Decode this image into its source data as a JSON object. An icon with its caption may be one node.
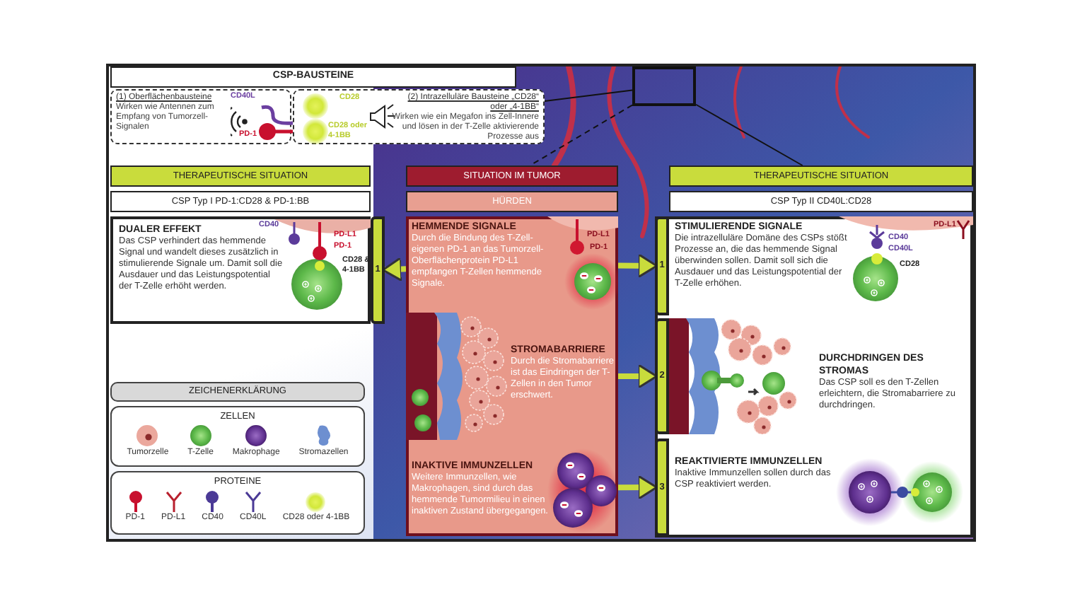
{
  "diagram": {
    "nodes": [
      {
        "text": [
          "CSP-BAUSTEINE"
        ]
      },
      {
        "text": [
          "(1) Oberflächenbausteine",
          "Wirken wie Antennen zum Empfang von Tumorzell-Signalen"
        ]
      },
      {
        "text": [
          "(2) Intrazelluläre Bausteine „CD28“ oder „4-1BB“",
          "Wirken wie ein Megafon ins Zell-Innere und lösen in der T-Zelle aktivierende Prozesse aus"
        ]
      },
      {
        "text": [],
        "shape": "box"
      },
      {
        "text": [
          "THERAPEUTISCHE SITUATION"
        ]
      },
      {
        "text": [
          "CSP Typ I PD-1:CD28 & PD-1:BB"
        ]
      },
      {
        "text": [
          "DUALER EFFEKT",
          "Das CSP verhindert das hemmende Signal und wandelt dieses zusätzlich in stimulierende Signale um. Damit soll die Ausdauer und das Leistungspotential der T-Zelle erhöht werden."
        ]
      },
      {
        "text": [
          "1"
        ]
      },
      {
        "text": [
          "ZEICHENERKLÄRUNG"
        ]
      },
      {
        "text": [
          "ZELLEN"
        ]
      },
      {
        "text": [
          "PROTEINE"
        ]
      },
      {
        "text": [
          "SITUATION IM TUMOR"
        ]
      },
      {
        "text": [
          "HÜRDEN"
        ]
      },
      {
        "text": [],
        "shape": "box"
      },
      {
        "text": [
          "HEMMENDE SIGNALE",
          "Durch die Bindung des T-Zell-eigenen PD-1 an das Tumorzell-Oberflächenprotein PD-L1 empfangen T-Zellen hemmende Signale."
        ],
        "in": 13
      },
      {
        "text": [
          "STROMABARRIERE",
          "Durch die Stromabarriere ist das Eindringen der T-Zellen in den Tumor erschwert."
        ],
        "in": 13
      },
      {
        "text": [
          "INAKTIVE IMMUNZELLEN",
          "Weitere Immunzellen, wie Makrophagen, sind durch das hemmende Tumormilieu in einen inaktiven Zustand übergegangen."
        ],
        "in": 13
      },
      {
        "text": [
          "THERAPEUTISCHE SITUATION"
        ]
      },
      {
        "text": [
          "CSP Typ II CD40L:CD28"
        ]
      },
      {
        "text": [],
        "shape": "box"
      },
      {
        "text": [
          "1"
        ],
        "in": 19
      },
      {
        "text": [
          "STIMULIERENDE SIGNALE",
          "Die intrazelluläre Domäne des CSPs stößt Prozesse an, die das hemmende Signal überwinden sollen. Damit soll sich die Ausdauer und das Leistungspotential der T-Zelle erhöhen."
        ],
        "in": 19
      },
      {
        "text": [
          "2"
        ],
        "in": 19
      },
      {
        "text": [
          "DURCHDRINGEN DES STROMAS",
          "Das CSP soll es den T-Zellen erleichtern, die Stromabarriere zu durchdringen."
        ],
        "in": 19
      },
      {
        "text": [
          "3"
        ],
        "in": 19
      },
      {
        "text": [
          "REAKTIVIERTE IMMUNZELLEN",
          "Inaktive Immunzellen sollen durch das CSP reaktiviert werden."
        ],
        "in": 19
      }
    ],
    "edges": [
      {
        "from": 2,
        "to": 3,
        "arrow": "none",
        "color": "#111111"
      },
      {
        "from": 3,
        "to": 11,
        "arrow": "none",
        "style": "dashed",
        "color": "#111111"
      },
      {
        "from": 3,
        "to": 17,
        "arrow": "none",
        "color": "#111111"
      },
      {
        "from": 14,
        "to": 7,
        "arrow": "to",
        "color": "#c9dc3c"
      },
      {
        "from": 14,
        "to": 20,
        "arrow": "to",
        "color": "#c9dc3c"
      },
      {
        "from": 15,
        "to": 22,
        "arrow": "to",
        "color": "#c9dc3c"
      },
      {
        "from": 16,
        "to": 24,
        "arrow": "to",
        "color": "#c9dc3c"
      }
    ],
    "labels": [
      "CD40L",
      "PD-1",
      "CD28",
      "CD28 oder 4-1BB",
      "CD40",
      "PD-L1",
      "PD-1",
      "CD28 & 4-1BB",
      "PD-L1",
      "PD-1",
      "CD40",
      "CD40L",
      "CD28",
      "PD-L1"
    ],
    "legend": [
      {
        "text": "Tumorzelle"
      },
      {
        "text": "T-Zelle"
      },
      {
        "text": "Makrophage"
      },
      {
        "text": "Stromazellen"
      },
      {
        "text": "PD-1"
      },
      {
        "text": "PD-L1"
      },
      {
        "text": "CD40"
      },
      {
        "text": "CD40L"
      },
      {
        "text": "CD28 oder 4-1BB"
      }
    ]
  }
}
